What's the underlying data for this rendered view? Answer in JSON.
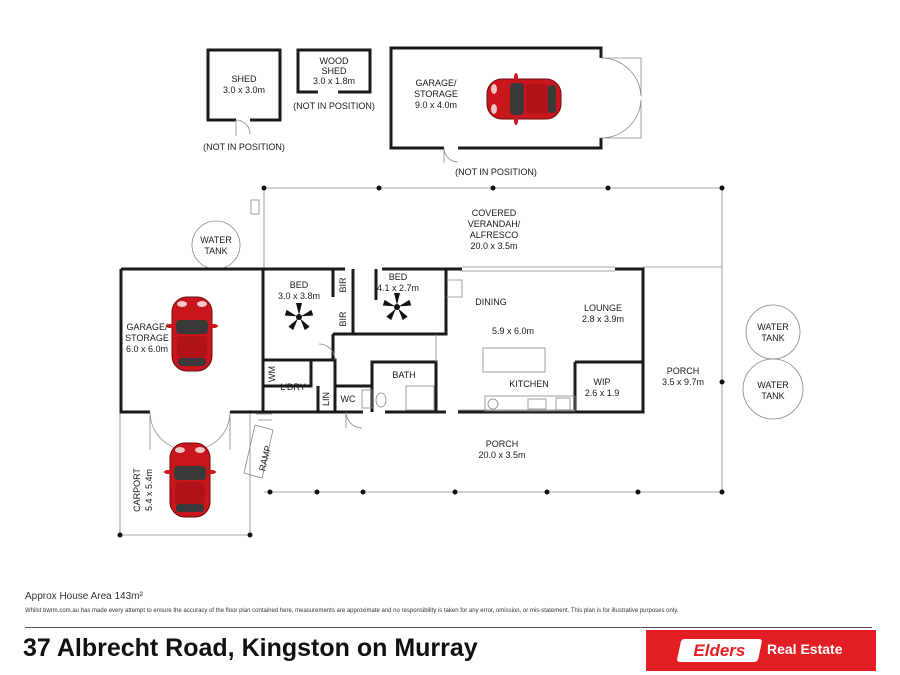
{
  "rooms": {
    "shed": {
      "name": "SHED",
      "size": "3.0 x 3.0m",
      "note": "(NOT IN POSITION)"
    },
    "wood_shed": {
      "name1": "WOOD",
      "name2": "SHED",
      "size": "3.0 x 1.8m",
      "note": "(NOT IN POSITION)"
    },
    "garage_top": {
      "name1": "GARAGE/",
      "name2": "STORAGE",
      "size": "9.0 x 4.0m",
      "note": "(NOT IN POSITION)"
    },
    "verandah": {
      "name1": "COVERED",
      "name2": "VERANDAH/",
      "name3": "ALFRESCO",
      "size": "20.0 x 3.5m"
    },
    "water_tank_1": {
      "name1": "WATER",
      "name2": "TANK"
    },
    "water_tank_2": {
      "name1": "WATER",
      "name2": "TANK"
    },
    "water_tank_3": {
      "name1": "WATER",
      "name2": "TANK"
    },
    "garage_left": {
      "name1": "GARAGE/",
      "name2": "STORAGE",
      "size": "6.0 x 6.0m"
    },
    "bed1": {
      "name": "BED",
      "size": "3.0 x 3.8m"
    },
    "bed2": {
      "name": "BED",
      "size": "4.1 x 2.7m"
    },
    "bir1": "BIR",
    "bir2": "BIR",
    "dining": {
      "name": "DINING",
      "size": "5.9 x 6.0m"
    },
    "lounge": {
      "name": "LOUNGE",
      "size": "2.8 x 3.9m"
    },
    "porch_right": {
      "name": "PORCH",
      "size": "3.5 x 9.7m"
    },
    "wm": "WM",
    "ldry": "L'DRY",
    "lin": "LIN",
    "wc": "WC",
    "bath": "BATH",
    "kitchen": "KITCHEN",
    "wip": {
      "name": "WIP",
      "size": "2.6 x 1.9"
    },
    "porch_bottom": {
      "name": "PORCH",
      "size": "20.0 x 3.5m"
    },
    "ramp": "RAMP",
    "carport": {
      "name": "CARPORT",
      "size": "5.4 x 5.4m"
    }
  },
  "footer": {
    "area": "Approx House Area 143m²",
    "disclaimer": "Whilst bwrm.com.au has made every attempt to ensure the accuracy of the floor plan contained here, measurements are approximate and no responsibility is taken for any error, omission, or mis-statement. This plan is for illustrative purposes only.",
    "address": "37 Albrecht Road, Kingston on Murray"
  },
  "logo": {
    "brand": "Elders",
    "suffix": "Real Estate"
  },
  "colors": {
    "wall": "#1a1a1a",
    "car": "#c8161c",
    "brand_red": "#e31e24"
  },
  "icons": [
    "car-icon",
    "ceiling-fan-icon",
    "door-swing-icon",
    "stove-icon",
    "sink-icon"
  ]
}
